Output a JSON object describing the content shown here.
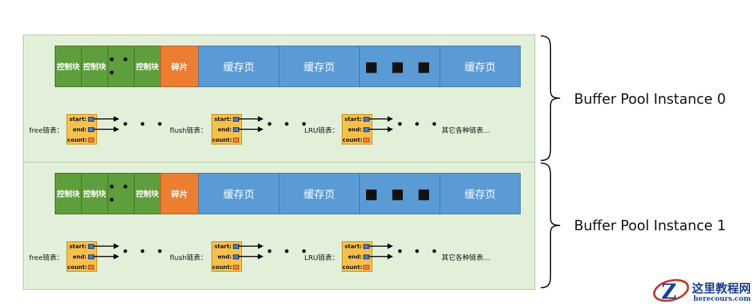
{
  "labels": {
    "control_block": "控制块",
    "fragment": "碎片",
    "cache_page": "缓存页",
    "ellipsis_small": "• • •",
    "ellipsis_large": "■ ■ ■",
    "list_ellipsis": "• • •",
    "free_list": "free链表：",
    "flush_list": "flush链表：",
    "lru_list": "LRU链表：",
    "other_lists": "其它各种链表…",
    "start": "start:",
    "end": "end:",
    "count": "count:"
  },
  "instances": [
    {
      "title": "Buffer Pool Instance 0"
    },
    {
      "title": "Buffer Pool Instance 1"
    }
  ],
  "colors": {
    "instance_bg": "#e2efd9",
    "control_block": "#5e9e3c",
    "fragment": "#ed7d31",
    "cache_page": "#5b9bd5",
    "list_node": "#f6c04e",
    "pointer": "#4a79b5"
  },
  "watermark": {
    "title": "这里教程网",
    "url": "herecours.com"
  }
}
